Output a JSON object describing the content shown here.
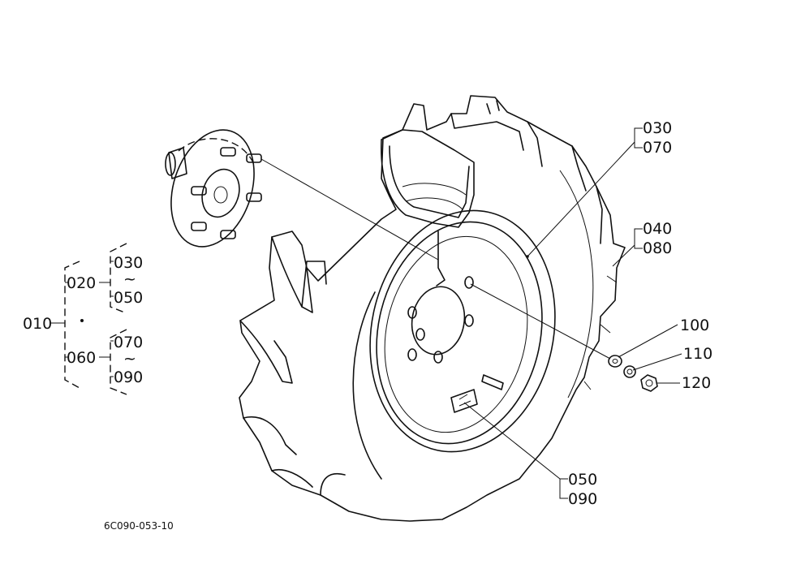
{
  "diagram": {
    "ink_color": "#111111",
    "background_color": "#ffffff",
    "caption": "6C090-053-10",
    "callouts": {
      "p010": "010",
      "p020": "020",
      "p020_sub_top": "030",
      "p020_sub_tilde": "~",
      "p020_sub_bottom": "050",
      "p060": "060",
      "p060_sub_top": "070",
      "p060_sub_tilde": "~",
      "p060_sub_bottom": "090",
      "p030": "030",
      "p070": "070",
      "p040": "040",
      "p080": "080",
      "p100": "100",
      "p110": "110",
      "p120": "120",
      "p050": "050",
      "p090": "090"
    }
  }
}
